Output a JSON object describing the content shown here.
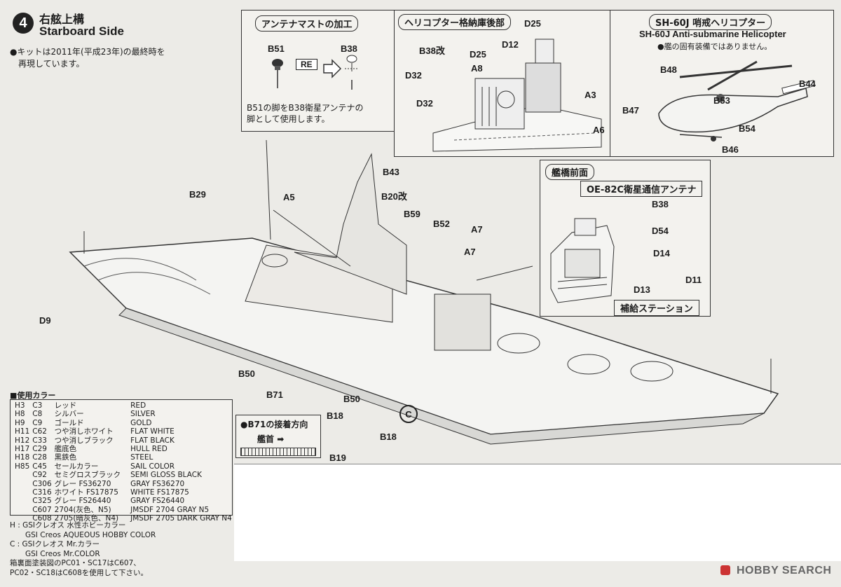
{
  "header": {
    "step_number": "4",
    "title_jp": "右舷上構",
    "title_en": "Starboard Side",
    "note_line1": "●キットは2011年(平成23年)の最終時を",
    "note_line2": "再現しています。"
  },
  "antenna_panel": {
    "title": "アンテナマストの加工",
    "part_b51": "B51",
    "part_b38": "B38",
    "re_label": "RE",
    "desc_line1": "B51の脚をB38衛星アンテナの",
    "desc_line2": "脚として使用します。"
  },
  "heli_hangar_panel": {
    "title": "ヘリコプター格納庫後部",
    "parts": [
      "B38改",
      "D25",
      "D12",
      "A8",
      "D25",
      "D32",
      "D32",
      "A3",
      "A6"
    ]
  },
  "sh60_panel": {
    "title": "SH-60J 哨戒ヘリコプター",
    "subtitle": "SH-60J Anti-submarine Helicopter",
    "note": "●艦の固有装備ではありません。",
    "parts": [
      "B48",
      "B44",
      "B47",
      "B53",
      "B54",
      "B46"
    ]
  },
  "bridge_panel": {
    "title": "艦橋前面",
    "subtitle": "OE-82C衛星通信アンテナ",
    "footer": "補給ステーション",
    "parts": [
      "B38",
      "D54",
      "D14",
      "D11",
      "D13"
    ]
  },
  "ship_parts": [
    "B43",
    "B29",
    "A5",
    "B20改",
    "B59",
    "B52",
    "A7",
    "A7",
    "D9",
    "B50",
    "B71",
    "B50",
    "B18",
    "B18",
    "B19"
  ],
  "circle_marker": "C",
  "b71_box": {
    "title": "●B71の接着方向",
    "bow_label": "艦首"
  },
  "colors": {
    "heading": "■使用カラー",
    "rows": [
      [
        "H3",
        "C3",
        "レッド",
        "RED"
      ],
      [
        "H8",
        "C8",
        "シルバー",
        "SILVER"
      ],
      [
        "H9",
        "C9",
        "ゴールド",
        "GOLD"
      ],
      [
        "H11",
        "C62",
        "つや消しホワイト",
        "FLAT WHITE"
      ],
      [
        "H12",
        "C33",
        "つや消しブラック",
        "FLAT BLACK"
      ],
      [
        "H17",
        "C29",
        "艦底色",
        "HULL RED"
      ],
      [
        "H18",
        "C28",
        "黒鉄色",
        "STEEL"
      ],
      [
        "H85",
        "C45",
        "セールカラー",
        "SAIL COLOR"
      ],
      [
        "",
        "C92",
        "セミグロスブラック",
        "SEMI GLOSS BLACK"
      ],
      [
        "",
        "C306",
        "グレー FS36270",
        "GRAY FS36270"
      ],
      [
        "",
        "C316",
        "ホワイト FS17875",
        "WHITE FS17875"
      ],
      [
        "",
        "C325",
        "グレー FS26440",
        "GRAY FS26440"
      ],
      [
        "",
        "C607",
        "2704(灰色、N5)",
        "JMSDF 2704 GRAY N5"
      ],
      [
        "",
        "C608",
        "2705(暗灰色、N4)",
        "JMSDF 2705 DARK GRAY N4"
      ]
    ]
  },
  "legend": {
    "l1": "H : GSIクレオス 水性ホビーカラー",
    "l2": "GSI Creos AQUEOUS HOBBY COLOR",
    "l3": "C : GSIクレオス Mr.カラー",
    "l4": "GSI Creos Mr.COLOR",
    "l5": "箱裏面塗装図のPC01・SC17はC607、",
    "l6": "PC02・SC18はC608を使用して下さい。"
  },
  "watermark": "HOBBY SEARCH"
}
